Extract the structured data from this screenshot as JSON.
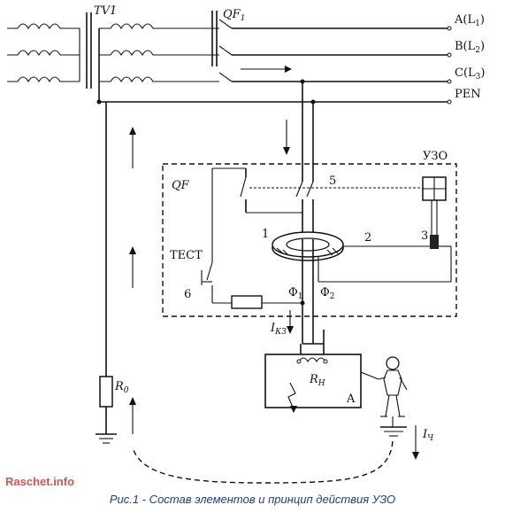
{
  "labels": {
    "tv": "TV1",
    "qf1": "QF",
    "qf1_sub": "1",
    "phase_a": "A(L",
    "phase_a_sub": "1",
    "phase_b": "B(L",
    "phase_b_sub": "2",
    "phase_c": "C(L",
    "phase_c_sub": "3",
    "pen": "PEN",
    "uzo": "УЗО",
    "qf": "QF",
    "test": "ТЕСТ",
    "num1": "1",
    "num2": "2",
    "num3": "3",
    "num5": "5",
    "num6": "6",
    "phi1": "Ф",
    "phi1_sub": "1",
    "phi2": "Ф",
    "phi2_sub": "2",
    "ikz": "I",
    "ikz_sub": "КЗ",
    "rn": "R",
    "rn_sub": "Н",
    "load_a": "A",
    "r0": "R",
    "r0_sub": "0",
    "ich": "I",
    "ich_sub": "Ч"
  },
  "watermark": "Raschet.info",
  "caption": "Рис.1 - Состав элементов и принцип действия УЗО"
}
